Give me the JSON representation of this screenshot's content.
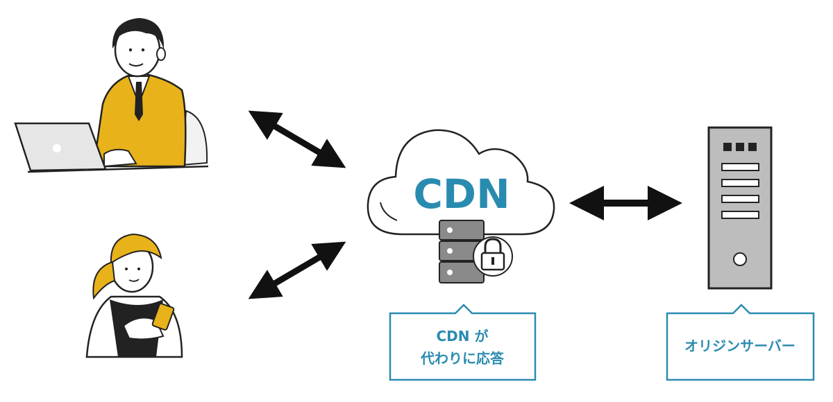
{
  "cloud": {
    "label": "CDN"
  },
  "cdn_callout": {
    "line1": "CDN が",
    "line2": "代わりに応答"
  },
  "origin_callout": {
    "label": "オリジンサーバー"
  },
  "colors": {
    "accent": "#2a8bb0",
    "suit": "#e8b21a",
    "hair": "#e8b21a",
    "ink": "#1a1a1a",
    "server_body": "#bdbdbd",
    "server_dark": "#8a8a8a"
  }
}
